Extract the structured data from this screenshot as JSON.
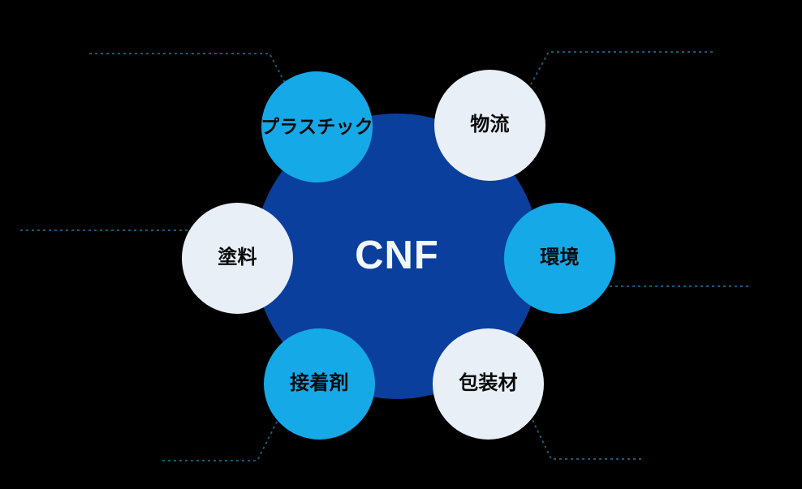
{
  "diagram": {
    "title": "CNF application areas hub-and-spoke diagram",
    "background_color": "#000000",
    "center": {
      "label": "CNF",
      "fill": "#0b3f9e",
      "text_color": "#f2f7fb"
    },
    "leader_line_color": "#1b5a78",
    "nodes": [
      {
        "id": "plastic",
        "label": "プラスチック",
        "fill": "#15a9e8",
        "text_color": "#0a0a0a"
      },
      {
        "id": "logistics",
        "label": "物流",
        "fill": "#e8eff7",
        "text_color": "#0a0a0a"
      },
      {
        "id": "paint",
        "label": "塗料",
        "fill": "#e8eff7",
        "text_color": "#0a0a0a"
      },
      {
        "id": "environment",
        "label": "環境",
        "fill": "#15a9e8",
        "text_color": "#0a0a0a"
      },
      {
        "id": "adhesive",
        "label": "接着剤",
        "fill": "#15a9e8",
        "text_color": "#0a0a0a"
      },
      {
        "id": "packaging",
        "label": "包装材",
        "fill": "#e8eff7",
        "text_color": "#0a0a0a"
      }
    ]
  }
}
